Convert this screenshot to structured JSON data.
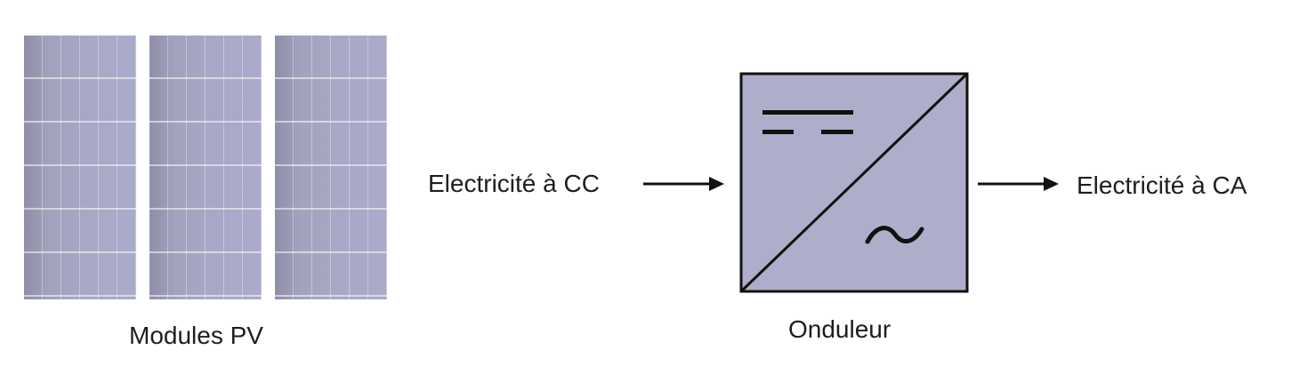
{
  "pv": {
    "label": "Modules PV"
  },
  "input": {
    "label": "Electricité à CC"
  },
  "inverter": {
    "label": "Onduleur",
    "fill_color": "#aeaecb",
    "ac_symbol": "~"
  },
  "output": {
    "label": "Electricité à CA"
  }
}
